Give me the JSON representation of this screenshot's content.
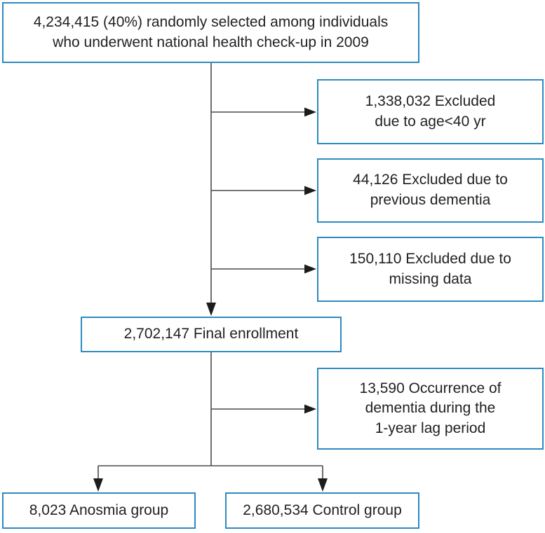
{
  "diagram": {
    "description": "Study participant selection flowchart",
    "colors": {
      "box_border": "#2d8ac1",
      "line": "#4a4a4a",
      "arrowhead": "#1c1c1c",
      "text": "#221f1f",
      "background": "#ffffff"
    },
    "nodes": {
      "selected": {
        "lines": [
          "4,234,415 (40%) randomly selected among individuals",
          "who underwent national health check-up in 2009"
        ]
      },
      "excluded_age": {
        "lines": [
          "1,338,032 Excluded",
          "due to age<40 yr"
        ]
      },
      "excluded_dementia": {
        "lines": [
          "44,126 Excluded due to",
          "previous dementia"
        ]
      },
      "excluded_missing": {
        "lines": [
          "150,110 Excluded due to",
          "missing data"
        ]
      },
      "final_enrollment": {
        "lines": [
          "2,702,147 Final enrollment"
        ]
      },
      "excluded_lag": {
        "lines": [
          "13,590 Occurrence of",
          "dementia during the",
          "1-year lag period"
        ]
      },
      "anosmia_group": {
        "lines": [
          "8,023 Anosmia group"
        ]
      },
      "control_group": {
        "lines": [
          "2,680,534 Control group"
        ]
      }
    }
  }
}
